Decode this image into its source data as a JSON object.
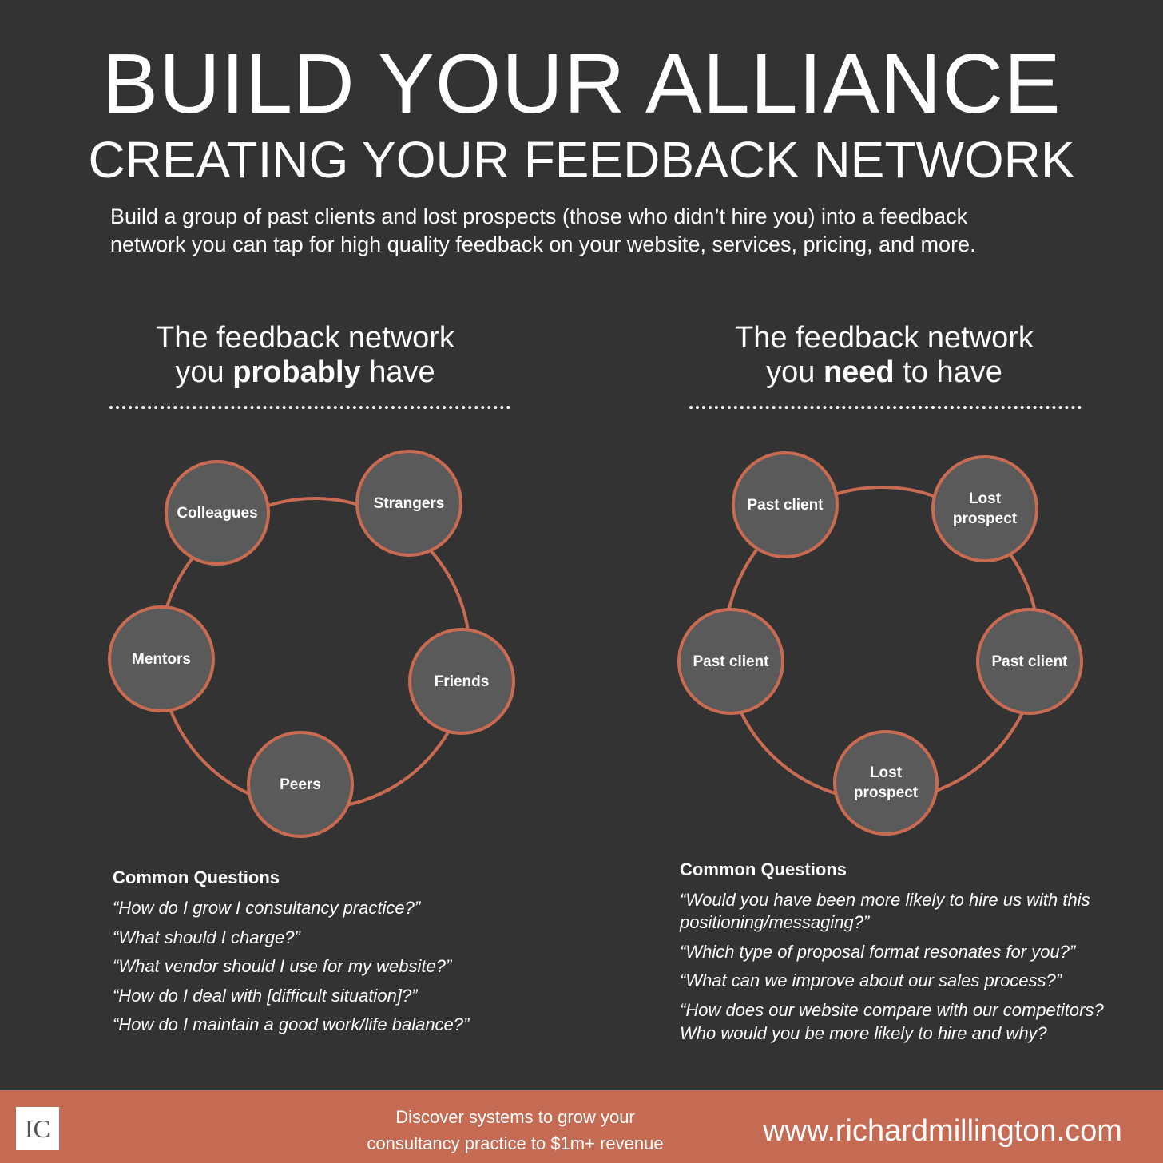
{
  "header": {
    "title": "BUILD YOUR ALLIANCE",
    "subtitle": "CREATING YOUR FEEDBACK NETWORK",
    "intro_line1": "Build a group of past clients and lost prospects (those who didn’t hire you) into a feedback",
    "intro_line2": "network you can tap for high quality feedback on your website, services, pricing, and more."
  },
  "left": {
    "heading_line1": "The feedback network",
    "heading_pre": "you ",
    "heading_bold": "probably",
    "heading_post": " have",
    "nodes": [
      "Colleagues",
      "Strangers",
      "Mentors",
      "Friends",
      "Peers"
    ],
    "questions_title": "Common Questions",
    "questions": [
      "“How do I grow I consultancy practice?”",
      "“What should I charge?”",
      "“What vendor should I use for my website?”",
      "“How do I deal with [difficult situation]?”",
      "“How do I maintain a good work/life balance?”"
    ]
  },
  "right": {
    "heading_line1": "The feedback network",
    "heading_pre": "you ",
    "heading_bold": "need",
    "heading_post": " to have",
    "nodes": [
      "Past client",
      "Lost\nprospect",
      "Past client",
      "Past client",
      "Lost\nprospect"
    ],
    "questions_title": "Common Questions",
    "questions": [
      "“Would you have been more likely to hire us with this",
      "positioning/messaging?”",
      "“Which type of proposal format resonates for you?”",
      "“What can we improve about our sales process?”",
      "“How does our website compare with our competitors?",
      "Who would you be more likely to hire and why?"
    ]
  },
  "footer": {
    "tagline_line1": "Discover systems to grow your",
    "tagline_line2": "consultancy practice to $1m+ revenue",
    "url": "www.richardmillington.com",
    "logo": "IC"
  },
  "colors": {
    "background": "#333333",
    "accent": "#c96a52",
    "node_fill": "#5a5a5a",
    "footer": "#c56a53"
  }
}
